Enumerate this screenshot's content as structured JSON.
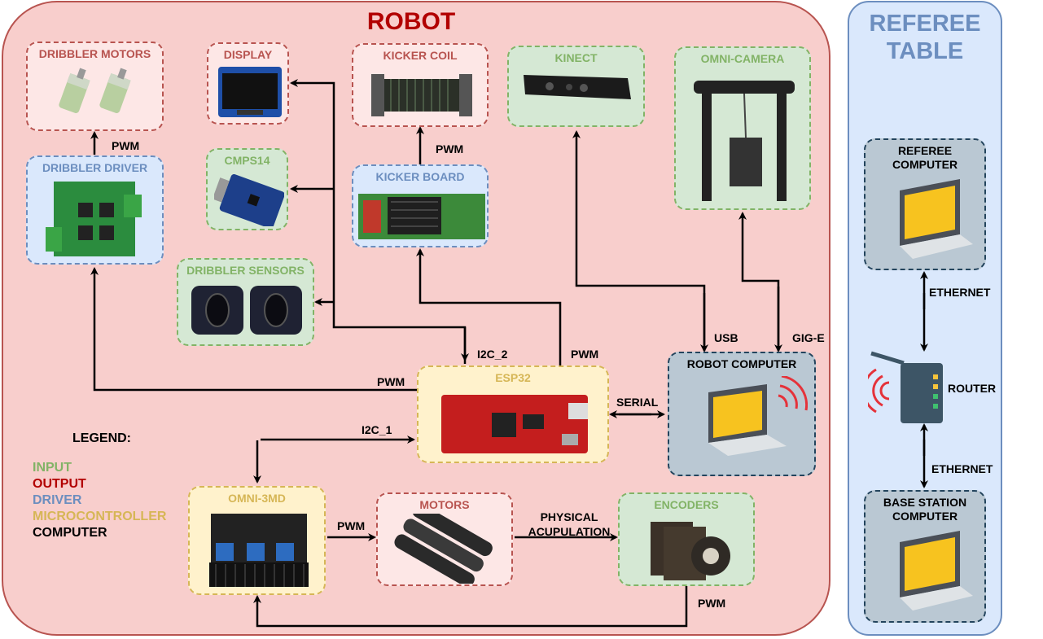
{
  "robot": {
    "title": "ROBOT"
  },
  "referee_table": {
    "title_line1": "REFEREE",
    "title_line2": "TABLE"
  },
  "blocks": {
    "dribbler_motors": "DRIBBLER MOTORS",
    "display": "DISPLAY",
    "kicker_coil": "KICKER COIL",
    "kinect": "KINECT",
    "omni_camera": "OMNI-CAMERA",
    "dribbler_driver": "DRIBBLER DRIVER",
    "cmps14": "CMPS14",
    "kicker_board": "KICKER BOARD",
    "dribbler_sensors": "DRIBBLER SENSORS",
    "esp32": "ESP32",
    "robot_computer": "ROBOT COMPUTER",
    "omni_3md": "OMNI-3MD",
    "motors": "MOTORS",
    "encoders": "ENCODERS",
    "referee_computer_line1": "REFEREE",
    "referee_computer_line2": "COMPUTER",
    "router": "ROUTER",
    "base_station_line1": "BASE STATION",
    "base_station_line2": "COMPUTER"
  },
  "connections": {
    "pwm_dribbler_motors": "PWM",
    "pwm_kicker": "PWM",
    "pwm_esp_to_driver": "PWM",
    "pwm_esp_to_kicker": "PWM",
    "i2c_2": "I2C_2",
    "i2c_1": "I2C_1",
    "usb": "USB",
    "gige": "GIG-E",
    "serial": "SERIAL",
    "pwm_omni_to_motors": "PWM",
    "physical_line1": "PHYSICAL",
    "physical_line2": "ACUPULATION",
    "pwm_encoders": "PWM",
    "ethernet_top": "ETHERNET",
    "ethernet_bottom": "ETHERNET"
  },
  "legend": {
    "title": "LEGEND:",
    "items": [
      {
        "label": "INPUT",
        "color": "#82b366"
      },
      {
        "label": "OUTPUT",
        "color": "#b20000"
      },
      {
        "label": "DRIVER",
        "color": "#6c8ebf"
      },
      {
        "label": "MICROCONTROLLER",
        "color": "#d6b656"
      },
      {
        "label": "COMPUTER",
        "color": "#000000"
      }
    ]
  }
}
